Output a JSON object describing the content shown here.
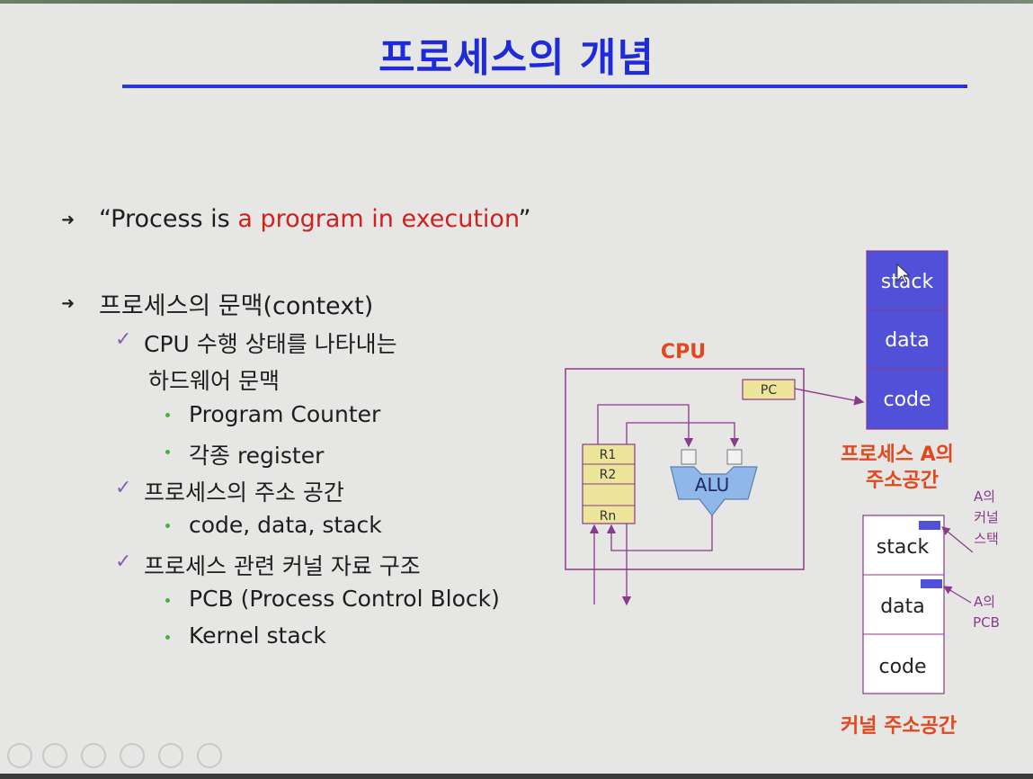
{
  "slide": {
    "title": "프로세스의 개념",
    "quote_prefix": "“Process is ",
    "quote_highlight": "a program in execution",
    "quote_suffix": "”",
    "context_heading": "프로세스의 문맥(context)",
    "cpu_state_line1": "CPU 수행 상태를 나타내는",
    "cpu_state_line2": "하드웨어 문맥",
    "program_counter": "Program Counter",
    "registers": "각종 register",
    "address_space": "프로세스의 주소 공간",
    "code_data_stack": "code, data, stack",
    "kernel_structures": "프로세스 관련 커널 자료 구조",
    "pcb": "PCB (Process Control Block)",
    "kernel_stack": "Kernel stack"
  },
  "diagram": {
    "cpu_label": "CPU",
    "pc": "PC",
    "r1": "R1",
    "r2": "R2",
    "rn": "Rn",
    "alu": "ALU",
    "proc_stack": "stack",
    "proc_data": "data",
    "proc_code": "code",
    "proc_caption_1": "프로세스 A의",
    "proc_caption_2": "주소공간",
    "kern_stack": "stack",
    "kern_data": "data",
    "kern_code": "code",
    "kern_stack_note_1": "A의",
    "kern_stack_note_2": "커널",
    "kern_stack_note_3": "스택",
    "kern_pcb_note_1": "A의",
    "kern_pcb_note_2": "PCB",
    "kern_caption": "커널 주소공간",
    "colors": {
      "title": "#1f2bd6",
      "highlight": "#d02020",
      "caption": "#e2471d",
      "proc_box": "#5050d8",
      "register_fill": "#ece59a",
      "alu_fill": "#8fb8e8",
      "frame": "#8a3a8a"
    }
  },
  "toolbar": {
    "icons": [
      "prev-icon",
      "next-icon",
      "pen-icon",
      "slides-icon",
      "zoom-icon",
      "more-icon"
    ]
  }
}
